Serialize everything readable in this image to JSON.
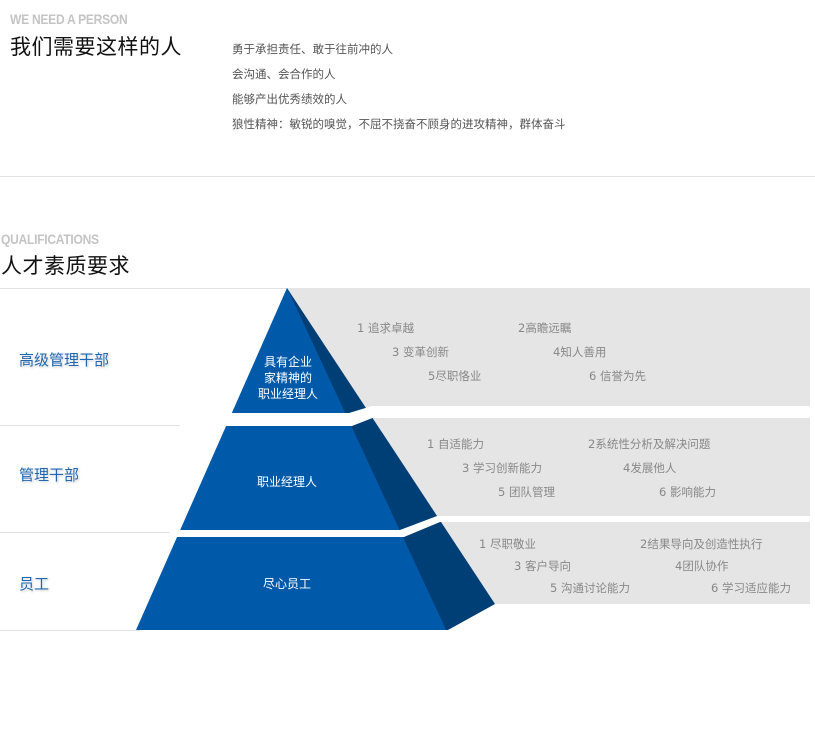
{
  "section_need": {
    "eyebrow": "WE NEED A PERSON",
    "title": "我们需要这样的人",
    "items": [
      "勇于承担责任、敢于往前冲的人",
      "会沟通、会合作的人",
      "能够产出优秀绩效的人",
      "狼性精神：敏锐的嗅觉，不屈不挠奋不顾身的进攻精神，群体奋斗"
    ]
  },
  "section_qualifications": {
    "eyebrow": "QUALIFICATIONS",
    "title": "人才素质要求"
  },
  "colors": {
    "pyramid_front": "#005aa9",
    "pyramid_side": "#003f76",
    "panel_gray": "#e5e5e5",
    "tier_label": "#1d66b3",
    "trait_text": "#888888"
  },
  "tiers": [
    {
      "label": "高级管理干部",
      "pyramid_text": [
        "具有企业",
        "家精神的",
        "职业经理人"
      ],
      "traits": [
        "1 追求卓越",
        "2高瞻远瞩",
        "3 变革创新",
        "4知人善用",
        "5尽职恪业",
        "6 信誉为先"
      ]
    },
    {
      "label": "管理干部",
      "pyramid_text": [
        "职业经理人"
      ],
      "traits": [
        "1 自适能力",
        "2系统性分析及解决问题",
        "3 学习创新能力",
        "4发展他人",
        "5 团队管理",
        "6 影响能力"
      ]
    },
    {
      "label": "员工",
      "pyramid_text": [
        "尽心员工"
      ],
      "traits": [
        "1 尽职敬业",
        "2结果导向及创造性执行",
        "3 客户导向",
        "4团队协作",
        "5 沟通讨论能力",
        "6 学习适应能力"
      ]
    }
  ]
}
